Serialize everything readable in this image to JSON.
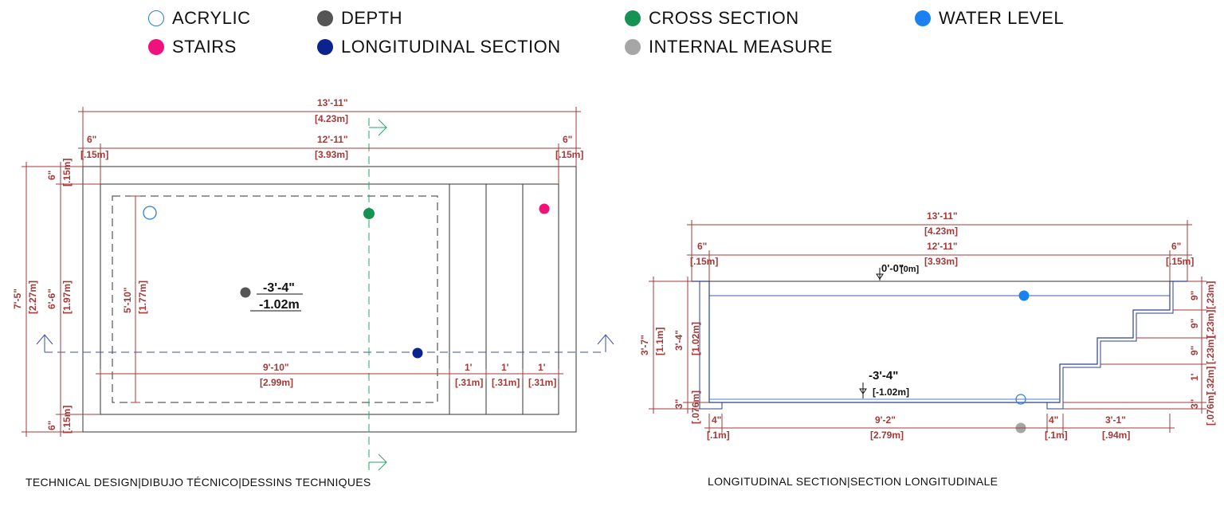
{
  "legend": [
    {
      "label": "ACRYLIC",
      "color": "#2a7fd6",
      "style": "outline"
    },
    {
      "label": "DEPTH",
      "color": "#555555",
      "style": "fill"
    },
    {
      "label": "CROSS SECTION",
      "color": "#169252",
      "style": "fill"
    },
    {
      "label": "WATER LEVEL",
      "color": "#1a82f0",
      "style": "fill"
    },
    {
      "label": "STAIRS",
      "color": "#f0117a",
      "style": "fill"
    },
    {
      "label": "LONGITUDINAL SECTION",
      "color": "#0a238f",
      "style": "fill"
    },
    {
      "label": "INTERNAL MEASURE",
      "color": "#a6a6a6",
      "style": "fill"
    }
  ],
  "captions": {
    "plan": "TECHNICAL DESIGN|DIBUJO TÉCNICO|DESSINS TECHNIQUES",
    "section": "LONGITUDINAL SECTION|SECTION LONGITUDINALE"
  },
  "plan": {
    "overall_len_ft": "13'-11\"",
    "overall_len_m": "[4.23m]",
    "inner_len_ft": "12'-11\"",
    "inner_len_m": "[3.93m]",
    "edge_ft": "6\"",
    "edge_m": "[.15m]",
    "pool_len_ft": "9'-10\"",
    "pool_len_m": "[2.99m]",
    "step_ft": "1'",
    "step_m": "[.31m]",
    "overall_w_ft": "7'-5\"",
    "overall_w_m": "[2.27m]",
    "inner_w_ft": "6'-6\"",
    "inner_w_m": "[1.97m]",
    "internal_w_ft": "5'-10\"",
    "internal_w_m": "[1.77m]",
    "depth_ft": "-3'-4\"",
    "depth_m": "-1.02m"
  },
  "section": {
    "overall_len_ft": "13'-11\"",
    "overall_len_m": "[4.23m]",
    "inner_len_ft": "12'-11\"",
    "inner_len_m": "[3.93m]",
    "edge_ft": "6\"",
    "edge_m": "[.15m]",
    "level_top_ft": "0'-0\"",
    "level_top_m": "[0m]",
    "depth_ft": "-3'-4\"",
    "depth_m": "[-1.02m]",
    "total_h_ft": "3'-7\"",
    "total_h_m": "[1.1m]",
    "water_h_ft": "3'-4\"",
    "water_h_m": "[1.02m]",
    "floor_ft": "3\"",
    "floor_m": "[.076m]",
    "wall_ft": "4\"",
    "wall_m": "[.1m]",
    "floor_len_ft": "9'-2\"",
    "floor_len_m": "[2.79m]",
    "stairs_len_ft": "3'-1\"",
    "stairs_len_m": "[.94m]",
    "riser_ft": "9\"",
    "riser_m": "[.23m]",
    "riser_last_ft": "1'",
    "riser_last_m": "[.32m]"
  }
}
